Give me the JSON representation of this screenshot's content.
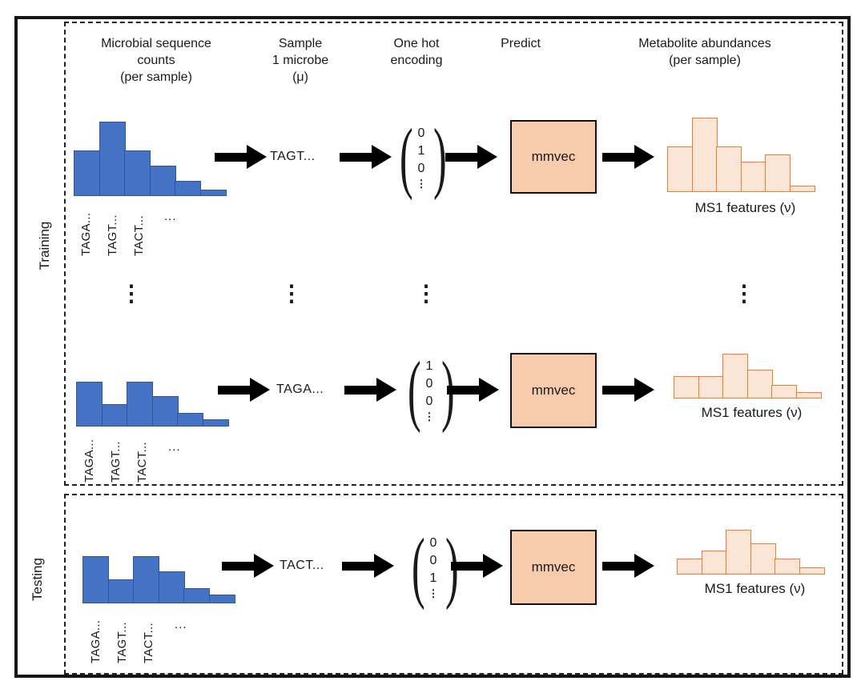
{
  "figure": {
    "column_headers": [
      "Microbial sequence\ncounts\n(per sample)",
      "Sample\n1 microbe\n(μ)",
      "One hot\nencoding",
      "Predict",
      "Metabolite abundances\n(per sample)"
    ],
    "sections": {
      "training": "Training",
      "testing": "Testing"
    },
    "ellipsis": "⋮"
  },
  "colors": {
    "microbe_bar_fill": "#4472C4",
    "microbe_bar_border": "#2F5597",
    "metabolite_bar_fill": "#FBE5D6",
    "metabolite_bar_border": "#ED7D31",
    "mmvec_fill": "#F8CBAD",
    "mmvec_border": "#111111"
  },
  "rows": [
    {
      "microbe_chart": {
        "values": [
          0.61,
          1.0,
          0.61,
          0.41,
          0.2,
          0.09
        ],
        "fill": "#4472C4",
        "border": "#2F5597"
      },
      "microbe_labels": [
        "TAGA...",
        "TAGT...",
        "TACT...",
        "..."
      ],
      "sample_text": "TAGT...",
      "one_hot": [
        "0",
        "1",
        "0",
        "⋮"
      ],
      "model_label": "mmvec",
      "metabolite_chart": {
        "values": [
          0.61,
          1.0,
          0.61,
          0.41,
          0.5,
          0.09
        ],
        "fill": "#FBE5D6",
        "border": "#ED7D31"
      },
      "metabolite_caption": "MS1 features (ν)"
    },
    {
      "microbe_chart": {
        "values": [
          0.6,
          0.3,
          0.6,
          0.41,
          0.18,
          0.1
        ],
        "fill": "#4472C4",
        "border": "#2F5597"
      },
      "microbe_labels": [
        "TAGA...",
        "TAGT...",
        "TACT...",
        "..."
      ],
      "sample_text": "TAGA...",
      "one_hot": [
        "1",
        "0",
        "0",
        "⋮"
      ],
      "model_label": "mmvec",
      "metabolite_chart": {
        "values": [
          0.3,
          0.3,
          0.6,
          0.39,
          0.18,
          0.09
        ],
        "fill": "#FBE5D6",
        "border": "#ED7D31"
      },
      "metabolite_caption": "MS1 features (ν)"
    },
    {
      "microbe_chart": {
        "values": [
          0.63,
          0.32,
          0.63,
          0.43,
          0.2,
          0.12
        ],
        "fill": "#4472C4",
        "border": "#2F5597"
      },
      "microbe_labels": [
        "TAGA...",
        "TAGT...",
        "TACT...",
        "..."
      ],
      "sample_text": "TACT...",
      "one_hot": [
        "0",
        "0",
        "1",
        "⋮"
      ],
      "model_label": "mmvec",
      "metabolite_chart": {
        "values": [
          0.22,
          0.32,
          0.6,
          0.42,
          0.22,
          0.1
        ],
        "fill": "#FBE5D6",
        "border": "#ED7D31"
      },
      "metabolite_caption": "MS1 features (ν)"
    }
  ]
}
